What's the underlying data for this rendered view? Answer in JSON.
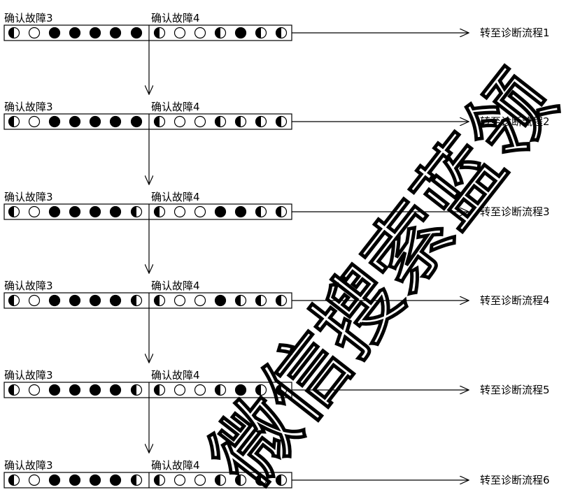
{
  "watermark": "微信搜索蓝领",
  "rows": [
    {
      "label_left": "确认故障3",
      "label_right": "确认故障4",
      "target": "转至诊断流程1",
      "left_states": [
        "half",
        "empty",
        "full",
        "full",
        "full",
        "full",
        "full"
      ],
      "right_states": [
        "half",
        "empty",
        "empty",
        "half",
        "full",
        "half",
        "half"
      ]
    },
    {
      "label_left": "确认故障3",
      "label_right": "确认故障4",
      "target": "转至诊断流程2",
      "left_states": [
        "half",
        "empty",
        "full",
        "full",
        "full",
        "full",
        "full"
      ],
      "right_states": [
        "half",
        "empty",
        "empty",
        "half",
        "half",
        "half",
        "half"
      ]
    },
    {
      "label_left": "确认故障3",
      "label_right": "确认故障4",
      "target": "转至诊断流程3",
      "left_states": [
        "half",
        "empty",
        "full",
        "full",
        "full",
        "full",
        "half"
      ],
      "right_states": [
        "half",
        "empty",
        "empty",
        "full",
        "full",
        "half",
        "half"
      ]
    },
    {
      "label_left": "确认故障3",
      "label_right": "确认故障4",
      "target": "转至诊断流程4",
      "left_states": [
        "half",
        "empty",
        "full",
        "full",
        "full",
        "full",
        "half"
      ],
      "right_states": [
        "half",
        "empty",
        "empty",
        "full",
        "half",
        "half",
        "half"
      ]
    },
    {
      "label_left": "确认故障3",
      "label_right": "确认故障4",
      "target": "转至诊断流程5",
      "left_states": [
        "half",
        "empty",
        "full",
        "full",
        "full",
        "full",
        "half"
      ],
      "right_states": [
        "half",
        "empty",
        "empty",
        "half",
        "full",
        "half",
        "half"
      ]
    },
    {
      "label_left": "确认故障3",
      "label_right": "确认故障4",
      "target": "转至诊断流程6",
      "left_states": [
        "half",
        "empty",
        "full",
        "full",
        "full",
        "full",
        "half"
      ],
      "right_states": [
        "half",
        "empty",
        "empty",
        "half",
        "half",
        "half",
        "half"
      ]
    }
  ]
}
